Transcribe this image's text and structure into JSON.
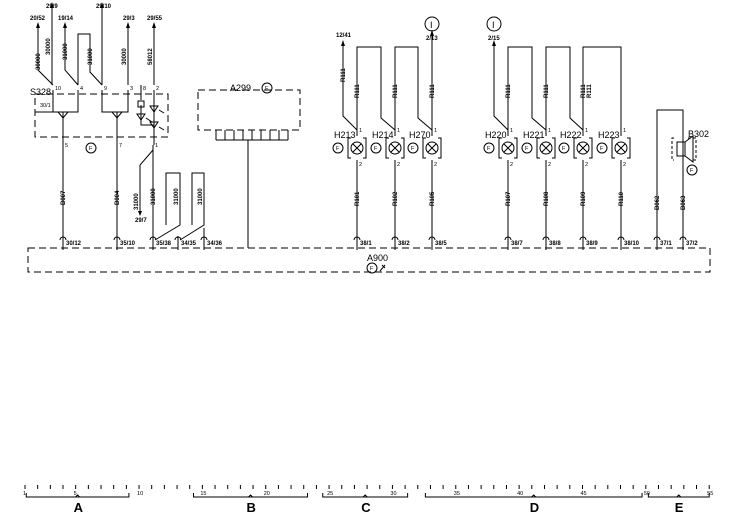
{
  "components": {
    "s328": "S328",
    "a299": "A299",
    "a900": "A900",
    "lamps": [
      "H213",
      "H214",
      "H270",
      "H220",
      "H221",
      "H222",
      "H223"
    ],
    "b302": "B302",
    "f_marker": "F",
    "i_marker": "I"
  },
  "s328_pins_top": [
    "10",
    "4",
    "9",
    "3",
    "8",
    "2"
  ],
  "s328_pins_bottom": [
    "5",
    "7",
    "1"
  ],
  "s328_internal": "30/1",
  "lamp_pins": [
    "1",
    "2"
  ],
  "refs_top_left": [
    "20/52",
    "29/9",
    "19/14",
    "29/10",
    "29/3",
    "29/55"
  ],
  "ref_29_7": "29/7",
  "refs_top_lamps": [
    "12/41",
    "2/13",
    "2/15"
  ],
  "wire_codes_left": [
    "30000",
    "30000",
    "31000",
    "31000",
    "30000",
    "58012",
    "B007",
    "B004",
    "31000",
    "31000",
    "31000",
    "31000"
  ],
  "wire_codes_lamps_top": [
    "R111",
    "R111",
    "R111",
    "R111",
    "R111",
    "R111",
    "R111",
    "R111"
  ],
  "wire_codes_lamps_bottom": [
    "R101",
    "R102",
    "R105",
    "R107",
    "R108",
    "R109",
    "R110"
  ],
  "wire_codes_b302": [
    "B062",
    "B063"
  ],
  "bus_connectors": [
    "30/12",
    "35/10",
    "35/38",
    "34/35",
    "34/36",
    "38/1",
    "38/2",
    "38/5",
    "38/7",
    "38/8",
    "38/9",
    "38/10",
    "37/1",
    "37/2"
  ],
  "ruler": {
    "ticks": [
      "1",
      "5",
      "10",
      "15",
      "20",
      "25",
      "30",
      "35",
      "40",
      "45",
      "50",
      "55"
    ],
    "sections": [
      "A",
      "B",
      "C",
      "D",
      "E"
    ]
  }
}
